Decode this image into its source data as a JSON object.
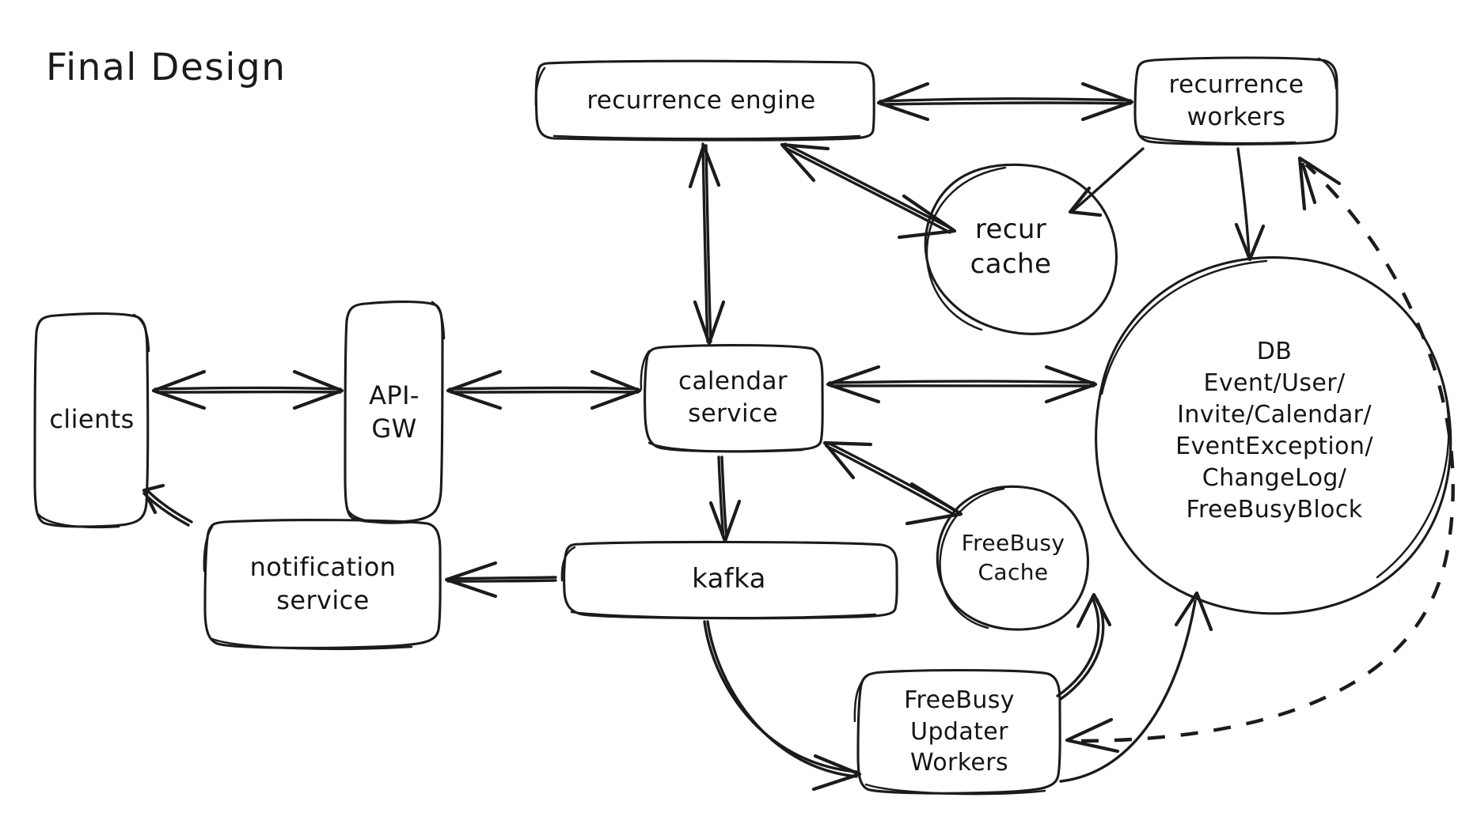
{
  "diagram": {
    "title": "Final Design",
    "style": {
      "stroke_color": "#1b1b1b",
      "background": "#ffffff"
    },
    "nodes": [
      {
        "id": "recurrence-engine",
        "shape": "rounded-rect",
        "lines": [
          "recurrence engine"
        ]
      },
      {
        "id": "recurrence-workers",
        "shape": "rounded-rect",
        "lines": [
          "recurrence",
          "workers"
        ]
      },
      {
        "id": "recur-cache",
        "shape": "circle",
        "lines": [
          "recur",
          "cache"
        ]
      },
      {
        "id": "clients",
        "shape": "rounded-rect",
        "lines": [
          "clients"
        ]
      },
      {
        "id": "api-gw",
        "shape": "rounded-rect",
        "lines": [
          "API-",
          "GW"
        ]
      },
      {
        "id": "calendar-service",
        "shape": "rounded-rect",
        "lines": [
          "calendar",
          "service"
        ]
      },
      {
        "id": "db",
        "shape": "circle",
        "lines": [
          "DB",
          "Event/User/",
          "Invite/Calendar/",
          "EventException/",
          "ChangeLog/",
          "FreeBusyBlock"
        ]
      },
      {
        "id": "notification-service",
        "shape": "rounded-rect",
        "lines": [
          "notification",
          "service"
        ]
      },
      {
        "id": "kafka",
        "shape": "rounded-rect",
        "lines": [
          "kafka"
        ]
      },
      {
        "id": "freebusy-cache",
        "shape": "circle",
        "lines": [
          "FreeBusy",
          "Cache"
        ]
      },
      {
        "id": "freebusy-updater-workers",
        "shape": "rounded-rect",
        "lines": [
          "FreeBusy",
          "Updater",
          "Workers"
        ]
      }
    ],
    "edges": [
      {
        "from": "recurrence-engine",
        "to": "recurrence-workers",
        "arrow": "both",
        "line": "solid"
      },
      {
        "from": "recurrence-engine",
        "to": "recur-cache",
        "arrow": "both",
        "line": "solid"
      },
      {
        "from": "recurrence-workers",
        "to": "recur-cache",
        "arrow": "forward",
        "line": "solid"
      },
      {
        "from": "recurrence-workers",
        "to": "db",
        "arrow": "forward",
        "line": "solid"
      },
      {
        "from": "recurrence-engine",
        "to": "calendar-service",
        "arrow": "both",
        "line": "solid"
      },
      {
        "from": "clients",
        "to": "api-gw",
        "arrow": "both",
        "line": "solid"
      },
      {
        "from": "api-gw",
        "to": "calendar-service",
        "arrow": "both",
        "line": "solid"
      },
      {
        "from": "calendar-service",
        "to": "db",
        "arrow": "both",
        "line": "solid"
      },
      {
        "from": "calendar-service",
        "to": "freebusy-cache",
        "arrow": "both",
        "line": "solid"
      },
      {
        "from": "calendar-service",
        "to": "kafka",
        "arrow": "forward",
        "line": "solid"
      },
      {
        "from": "kafka",
        "to": "notification-service",
        "arrow": "forward",
        "line": "solid"
      },
      {
        "from": "notification-service",
        "to": "clients",
        "arrow": "forward",
        "line": "solid"
      },
      {
        "from": "kafka",
        "to": "freebusy-updater-workers",
        "arrow": "forward",
        "line": "solid"
      },
      {
        "from": "freebusy-updater-workers",
        "to": "freebusy-cache",
        "arrow": "forward",
        "line": "solid"
      },
      {
        "from": "freebusy-updater-workers",
        "to": "db",
        "arrow": "forward",
        "line": "solid"
      },
      {
        "from": "freebusy-updater-workers",
        "to": "recurrence-workers",
        "arrow": "forward",
        "line": "dashed"
      }
    ]
  }
}
